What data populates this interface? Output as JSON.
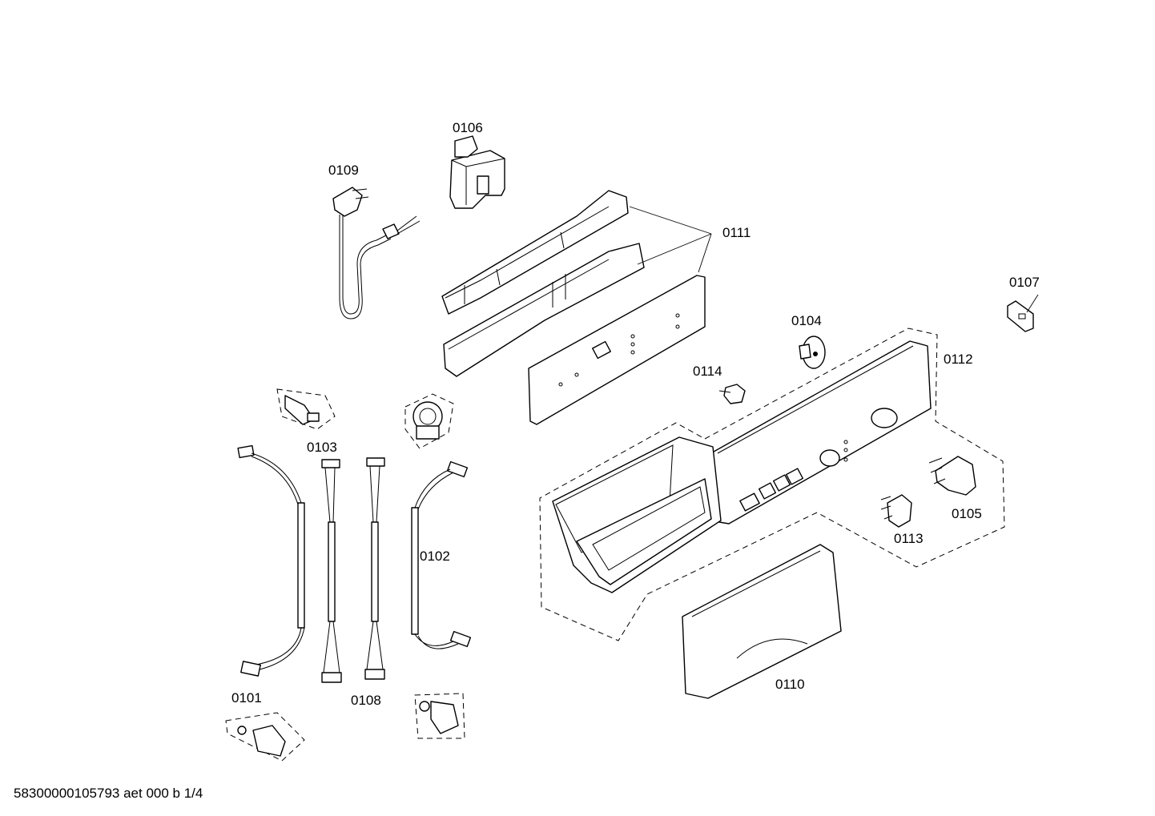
{
  "footer": {
    "document_code": "58300000105793 aet 000 b 1/4"
  },
  "labels": {
    "p0101": "0101",
    "p0102": "0102",
    "p0103": "0103",
    "p0104": "0104",
    "p0105": "0105",
    "p0106": "0106",
    "p0107": "0107",
    "p0108": "0108",
    "p0109": "0109",
    "p0110": "0110",
    "p0111": "0111",
    "p0112": "0112",
    "p0113": "0113",
    "p0114": "0114"
  }
}
